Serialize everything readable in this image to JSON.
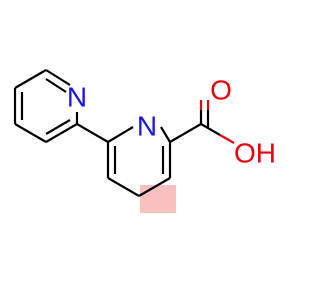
{
  "atoms": {
    "n1_label": "N",
    "n2_label": "N",
    "o1_label": "O",
    "oh_label": "OH"
  },
  "colors": {
    "nitrogen": "#1a14e6",
    "oxygen": "#e8000b",
    "bond": "#000000",
    "highlight": "#f7a5a5"
  }
}
